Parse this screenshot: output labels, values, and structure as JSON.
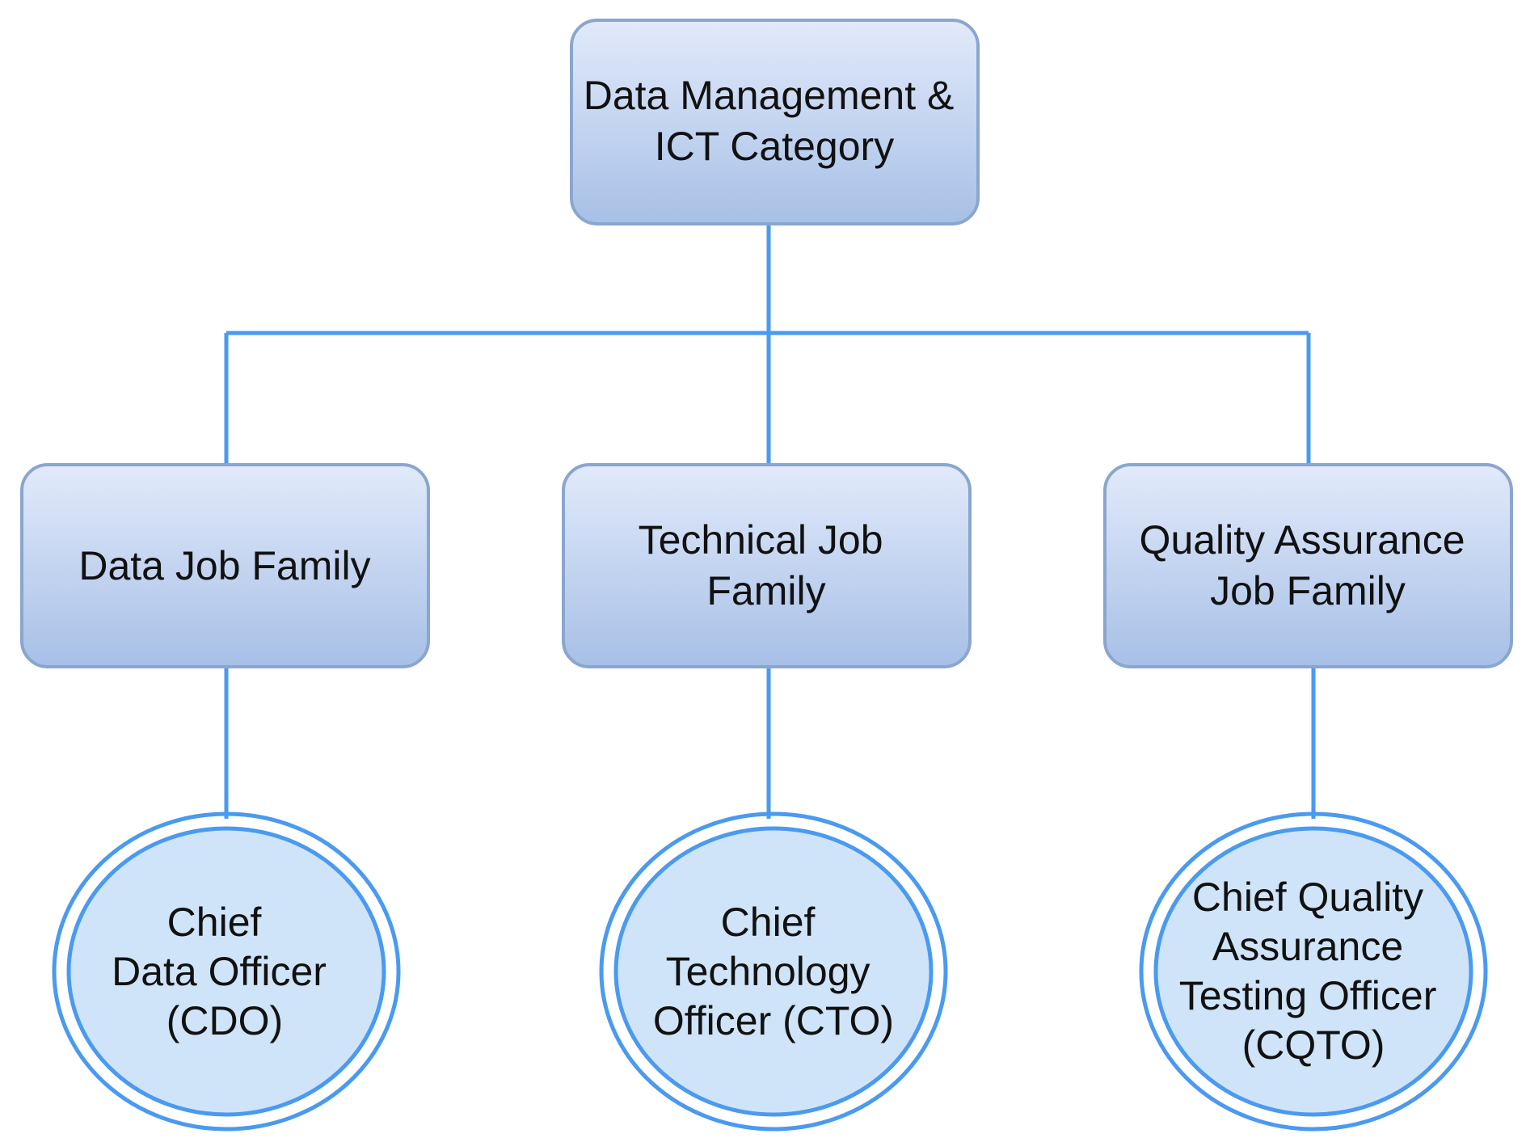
{
  "colors": {
    "connector": "#4a9af0",
    "box_top": "#e2eafb",
    "box_bottom": "#a7c0e6",
    "box_border": "#8aa6cf",
    "ellipse_fill": "#cfe4f8",
    "ellipse_stroke": "#4a9af0",
    "text": "#111111"
  },
  "root": {
    "lines": [
      "Data Management &",
      "ICT Category"
    ]
  },
  "families": [
    {
      "lines": [
        "Data Job Family"
      ]
    },
    {
      "lines": [
        "Technical Job",
        "Family"
      ]
    },
    {
      "lines": [
        "Quality Assurance",
        "Job Family"
      ]
    }
  ],
  "officers": [
    {
      "lines": [
        "Chief",
        "Data Officer",
        "(CDO)"
      ]
    },
    {
      "lines": [
        "Chief",
        "Technology",
        "Officer (CTO)"
      ]
    },
    {
      "lines": [
        "Chief Quality",
        "Assurance",
        "Testing Officer",
        "(CQTO)"
      ]
    }
  ]
}
